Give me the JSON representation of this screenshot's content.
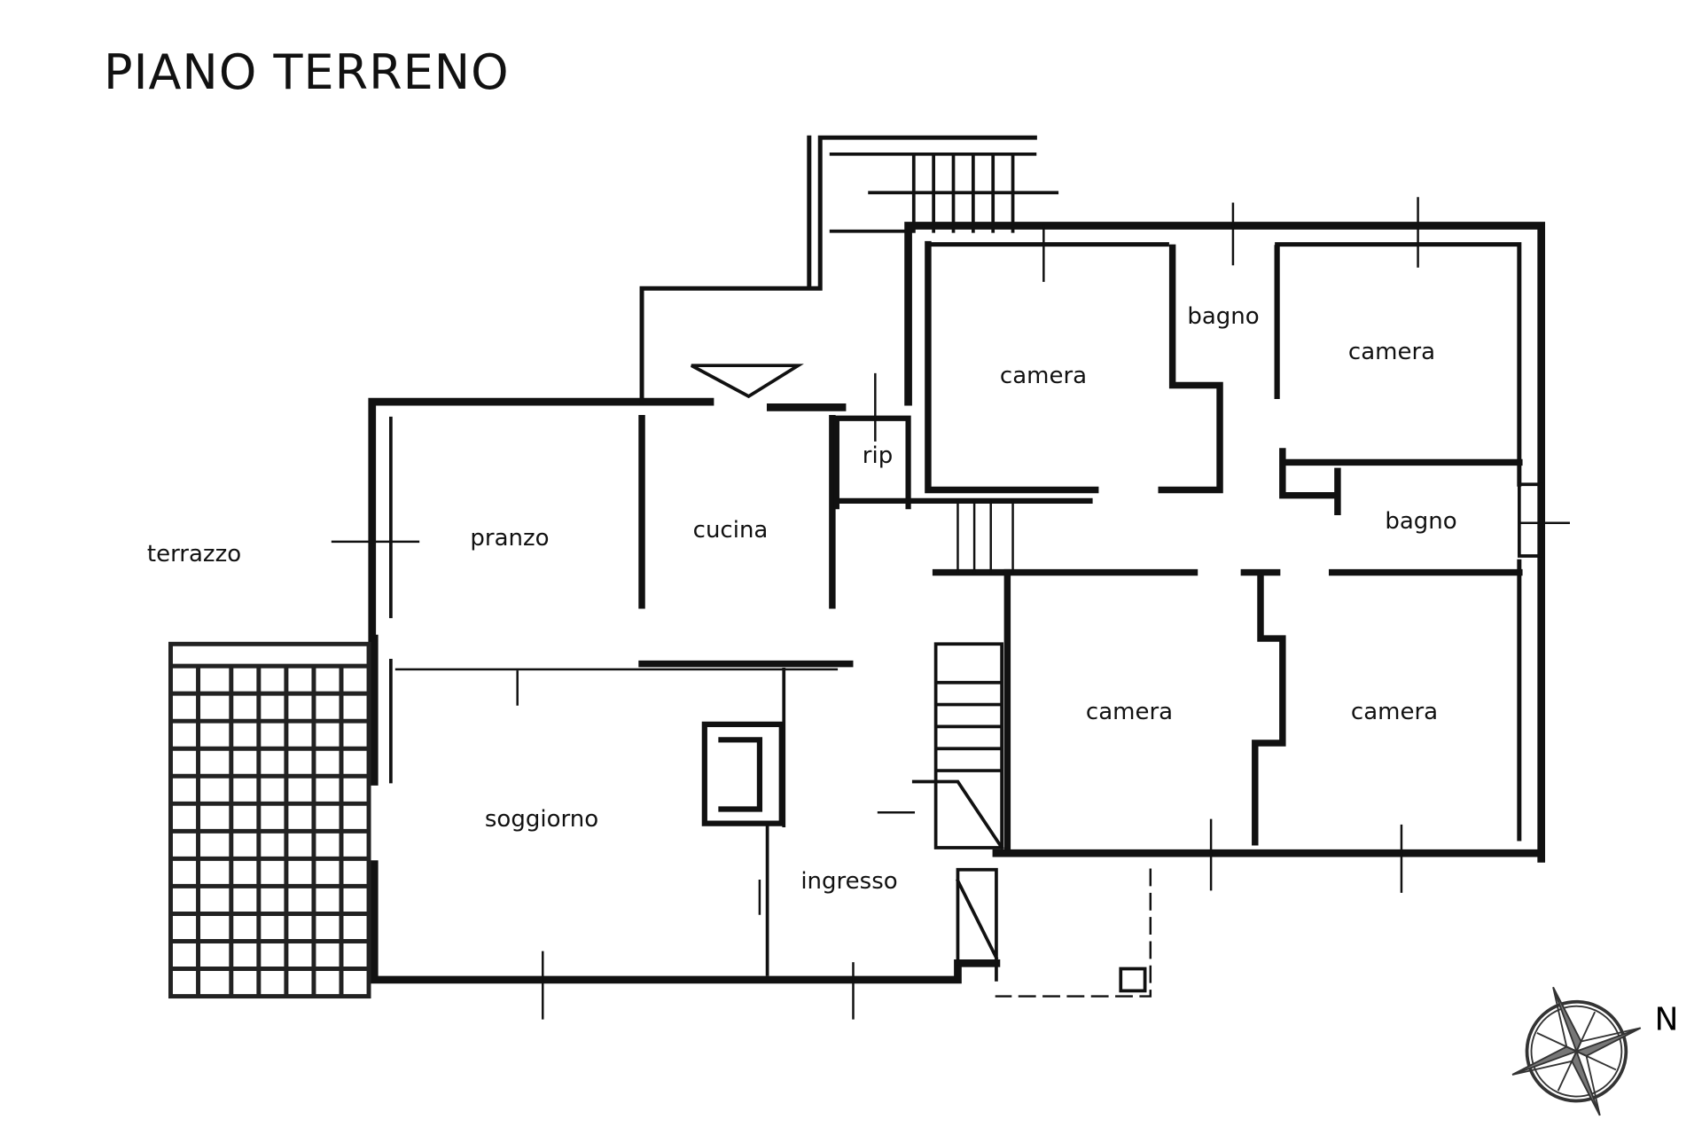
{
  "title": "PIANO TERRENO",
  "rooms": {
    "terrazzo": "terrazzo",
    "pranzo": "pranzo",
    "cucina": "cucina",
    "rip": "rip",
    "camera_1": "camera",
    "bagno_1": "bagno",
    "camera_2": "camera",
    "bagno_2": "bagno",
    "camera_3": "camera",
    "camera_4": "camera",
    "soggiorno": "soggiorno",
    "ingresso": "ingresso"
  },
  "compass": {
    "north_label": "N"
  },
  "colors": {
    "wall": "#111111",
    "background": "#ffffff"
  }
}
